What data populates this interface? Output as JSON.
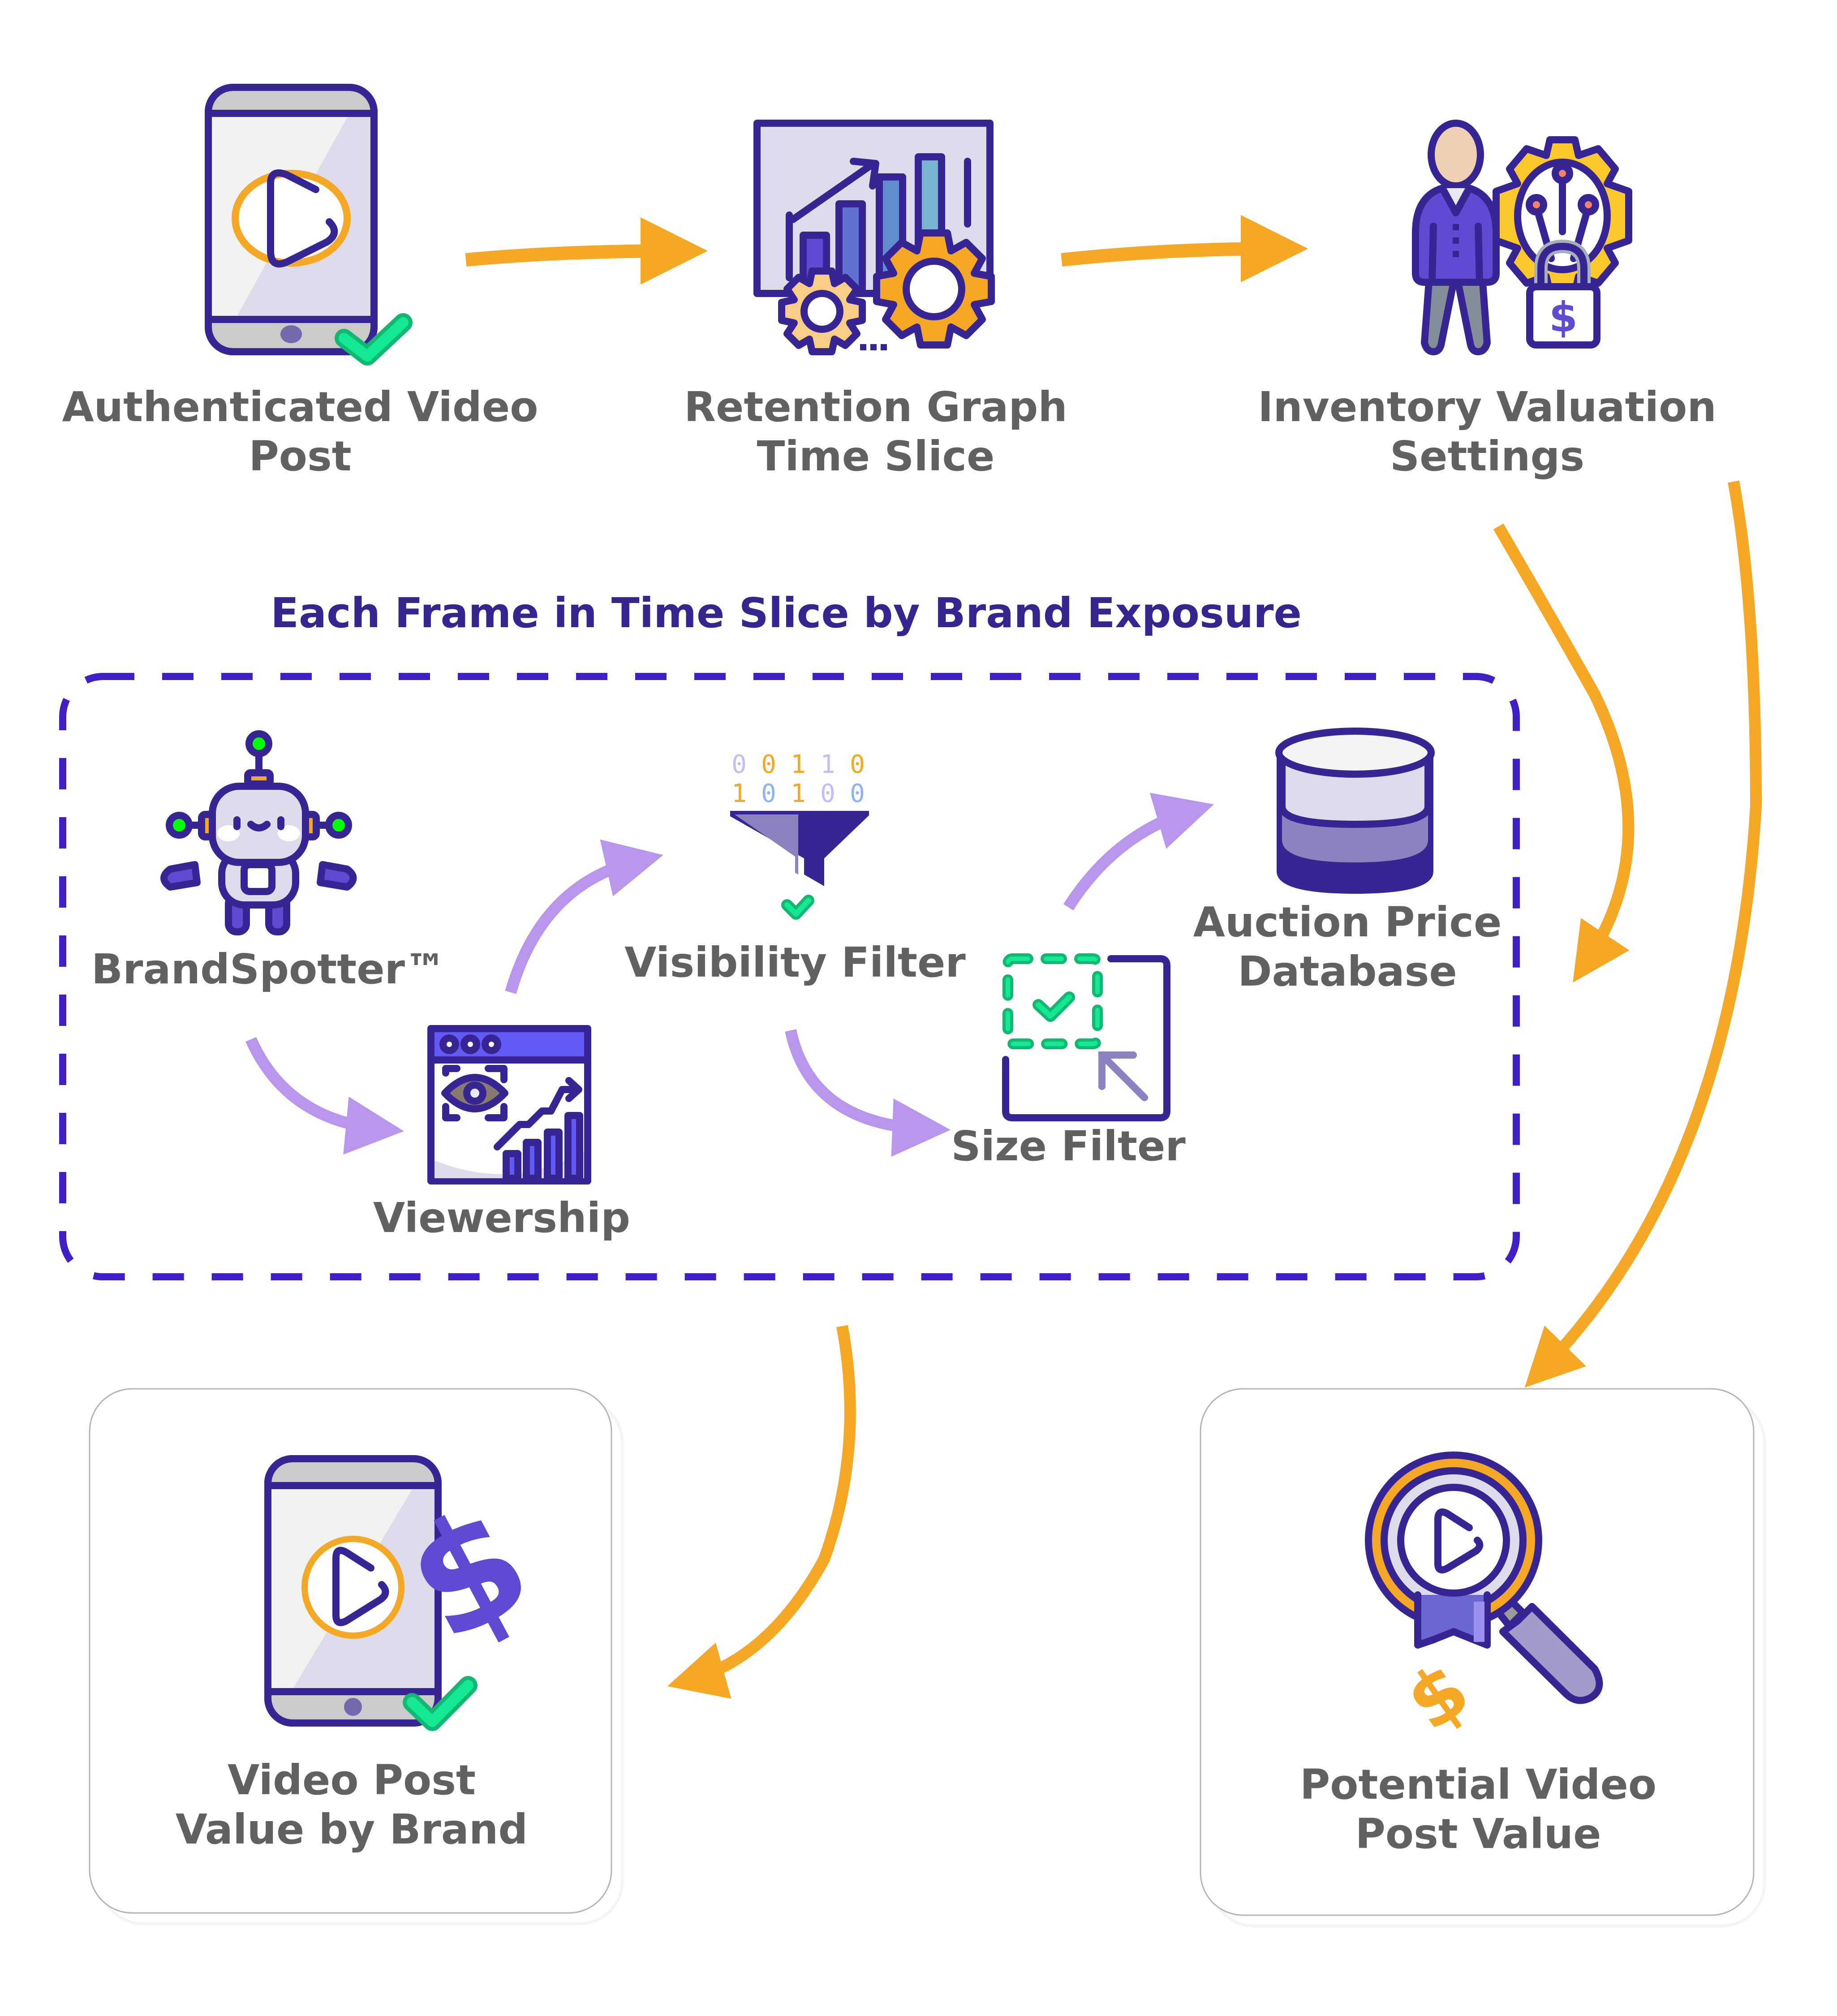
{
  "diagram": {
    "type": "flowchart",
    "colors": {
      "ink": "#372594",
      "label": "#616161",
      "orange_arrow": "#f4a825",
      "lavender_arrow": "#b896eb",
      "dashed_border": "#401fc4",
      "check_green": "#14e893"
    },
    "top_nodes": [
      {
        "id": "authenticated-video-post",
        "label_lines": [
          "Authenticated Video",
          "Post"
        ],
        "icon": "phone-play-check-icon"
      },
      {
        "id": "retention-graph-time-slice",
        "label_lines": [
          "Retention Graph",
          "Time Slice"
        ],
        "icon": "chart-gears-icon"
      },
      {
        "id": "inventory-valuation-settings",
        "label_lines": [
          "Inventory Valuation",
          "Settings"
        ],
        "icon": "person-gear-lock-icon"
      }
    ],
    "group": {
      "title": "Each Frame in Time Slice by Brand Exposure",
      "nodes": [
        {
          "id": "brandspotter",
          "label": "BrandSpotter™",
          "icon": "robot-icon"
        },
        {
          "id": "viewership",
          "label": "Viewership",
          "icon": "browser-eye-chart-icon"
        },
        {
          "id": "visibility-filter",
          "label": "Visibility Filter",
          "icon": "funnel-binary-icon",
          "binary_rows": [
            [
              "0",
              "0",
              "1",
              "1",
              "0"
            ],
            [
              "1",
              "0",
              "1",
              "0",
              "0"
            ]
          ],
          "binary_colors": [
            [
              "#c3bef7",
              "#f4a825",
              "#f4a825",
              "#c3bef7",
              "#f4a825"
            ],
            [
              "#f4a825",
              "#8fb4f0",
              "#f4a825",
              "#c3bef7",
              "#8fb4f0"
            ]
          ]
        },
        {
          "id": "size-filter",
          "label": "Size Filter",
          "icon": "resize-check-icon"
        },
        {
          "id": "auction-price-database",
          "label_lines": [
            "Auction Price",
            "Database"
          ],
          "icon": "database-icon"
        }
      ]
    },
    "bottom_nodes": [
      {
        "id": "video-post-value-by-brand",
        "label_lines": [
          "Video Post",
          "Value by Brand"
        ],
        "icon": "phone-dollar-check-icon"
      },
      {
        "id": "potential-video-post-value",
        "label_lines": [
          "Potential Video",
          "Post Value"
        ],
        "icon": "magnifier-award-dollar-icon"
      }
    ],
    "edges": [
      {
        "from": "authenticated-video-post",
        "to": "retention-graph-time-slice",
        "color": "orange"
      },
      {
        "from": "retention-graph-time-slice",
        "to": "inventory-valuation-settings",
        "color": "orange"
      },
      {
        "from": "inventory-valuation-settings",
        "to": "group",
        "color": "orange"
      },
      {
        "from": "inventory-valuation-settings",
        "to": "potential-video-post-value",
        "color": "orange"
      },
      {
        "from": "brandspotter",
        "to": "viewership",
        "color": "lavender"
      },
      {
        "from": "viewership",
        "to": "visibility-filter",
        "color": "lavender"
      },
      {
        "from": "visibility-filter",
        "to": "size-filter",
        "color": "lavender"
      },
      {
        "from": "size-filter",
        "to": "auction-price-database",
        "color": "lavender"
      },
      {
        "from": "group",
        "to": "video-post-value-by-brand",
        "color": "orange"
      }
    ]
  }
}
